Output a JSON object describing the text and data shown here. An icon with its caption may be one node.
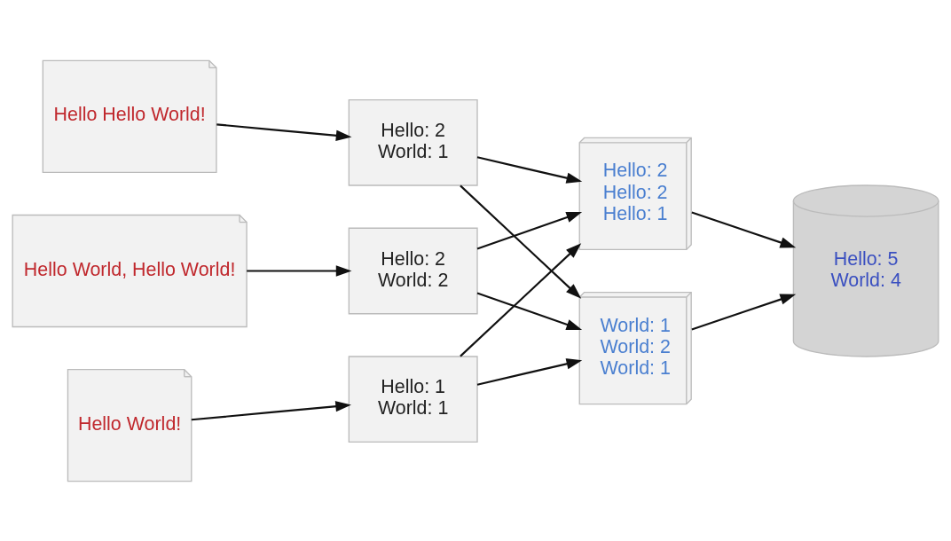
{
  "diagram": {
    "nodes": [
      {
        "text": [
          "Hello Hello World!"
        ]
      },
      {
        "text": [
          "Hello World, Hello World!"
        ]
      },
      {
        "text": [
          "Hello World!"
        ]
      },
      {
        "text": [
          "Hello: 2",
          "World: 1"
        ]
      },
      {
        "text": [
          "Hello: 2",
          "World: 2"
        ]
      },
      {
        "text": [
          "Hello: 1",
          "World: 1"
        ]
      },
      {
        "text": [
          "Hello: 2",
          "Hello: 2",
          "Hello: 1"
        ]
      },
      {
        "text": [
          "World: 1",
          "World: 2",
          "World: 1"
        ]
      },
      {
        "text": [
          "Hello: 5",
          "World: 4"
        ]
      }
    ],
    "edges": [
      {
        "from": 0,
        "to": 3,
        "arrow": "to"
      },
      {
        "from": 1,
        "to": 4,
        "arrow": "to"
      },
      {
        "from": 2,
        "to": 5,
        "arrow": "to"
      },
      {
        "from": 3,
        "to": 6,
        "arrow": "to"
      },
      {
        "from": 3,
        "to": 7,
        "arrow": "to"
      },
      {
        "from": 4,
        "to": 6,
        "arrow": "to"
      },
      {
        "from": 4,
        "to": 7,
        "arrow": "to"
      },
      {
        "from": 5,
        "to": 6,
        "arrow": "to"
      },
      {
        "from": 5,
        "to": 7,
        "arrow": "to"
      },
      {
        "from": 6,
        "to": 8,
        "arrow": "to"
      },
      {
        "from": 7,
        "to": 8,
        "arrow": "to"
      }
    ]
  }
}
